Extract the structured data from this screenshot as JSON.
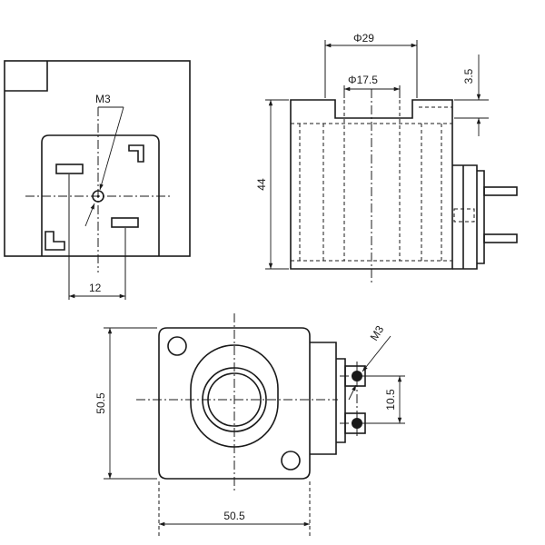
{
  "front_view": {
    "thread_label": "M3",
    "pin_spacing_label": "12"
  },
  "side_view": {
    "outer_diameter_label": "Φ29",
    "inner_diameter_label": "Φ17.5",
    "top_offset_label": "3.5",
    "height_label": "44"
  },
  "top_view": {
    "height_label": "50.5",
    "width_label": "50.5",
    "thread_label": "M3",
    "pin_spacing_label": "10.5"
  }
}
